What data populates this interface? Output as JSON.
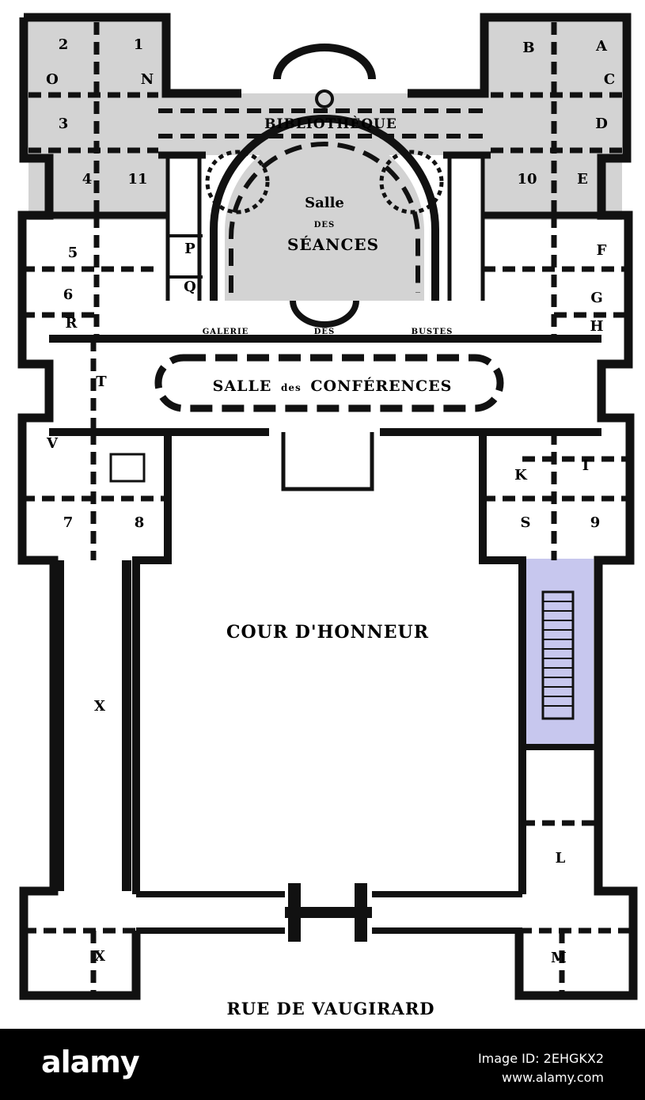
{
  "colors": {
    "gray_fill": "#d3d3d3",
    "blue_fill": "#c7c7ee",
    "wall": "#111111",
    "footer_bg": "#000000"
  },
  "plan": {
    "library": "BIBLIOTHÈQUE",
    "session_hall": [
      "Salle",
      "DES",
      "SÉANCES"
    ],
    "gallery": [
      "GALERIE",
      "DES",
      "BUSTES"
    ],
    "conference_hall": {
      "a": "SALLE",
      "b": "des",
      "c": "CONFÉRENCES"
    },
    "courtyard": "COUR D'HONNEUR",
    "street": "RUE DE VAUGIRARD",
    "rooms": {
      "r1": "1",
      "r2": "2",
      "r3": "3",
      "r4": "4",
      "r5": "5",
      "r6": "6",
      "r7": "7",
      "r8": "8",
      "r9": "9",
      "r10": "10",
      "r11": "11",
      "A": "A",
      "B": "B",
      "C": "C",
      "D": "D",
      "E": "E",
      "F": "F",
      "G": "G",
      "H": "H",
      "I": "I",
      "K": "K",
      "L": "L",
      "M": "M",
      "N": "N",
      "O": "O",
      "P": "P",
      "Q": "Q",
      "R": "R",
      "S": "S",
      "T": "T",
      "V": "V",
      "X1": "X",
      "X2": "X"
    }
  },
  "footer": {
    "logo": "alamy",
    "image_id": "Image ID: 2EHGKX2",
    "site": "www.alamy.com"
  }
}
